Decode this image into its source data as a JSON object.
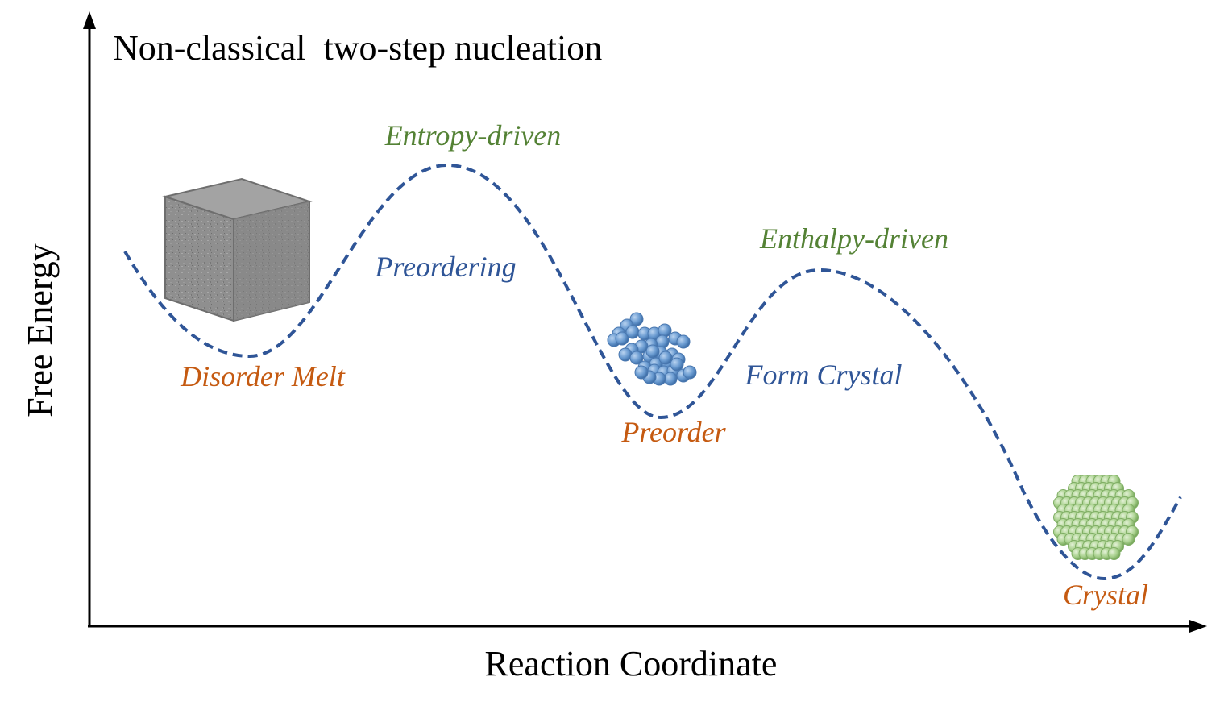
{
  "title": "Non-classical  two-step nucleation",
  "axes": {
    "x_label": "Reaction Coordinate",
    "y_label": "Free Energy"
  },
  "colors": {
    "axis": "#000000",
    "curve": "#2f5597",
    "state_label": "#c55a11",
    "driver_label": "#548235",
    "process_label": "#2f5597",
    "cube": "#8c8c8c",
    "preorder_cluster": "#6a9bd1",
    "crystal_cluster": "#a9d18e"
  },
  "states": {
    "disorder_melt": "Disorder Melt",
    "preorder": "Preorder",
    "crystal": "Crystal"
  },
  "barriers": {
    "first": "Entropy-driven",
    "second": "Enthalpy-driven"
  },
  "processes": {
    "preordering": "Preordering",
    "form_crystal": "Form Crystal"
  },
  "icons": {
    "melt": "disorder-melt-cube-icon",
    "preorder": "preorder-cluster-icon",
    "crystal": "crystal-cluster-icon"
  }
}
